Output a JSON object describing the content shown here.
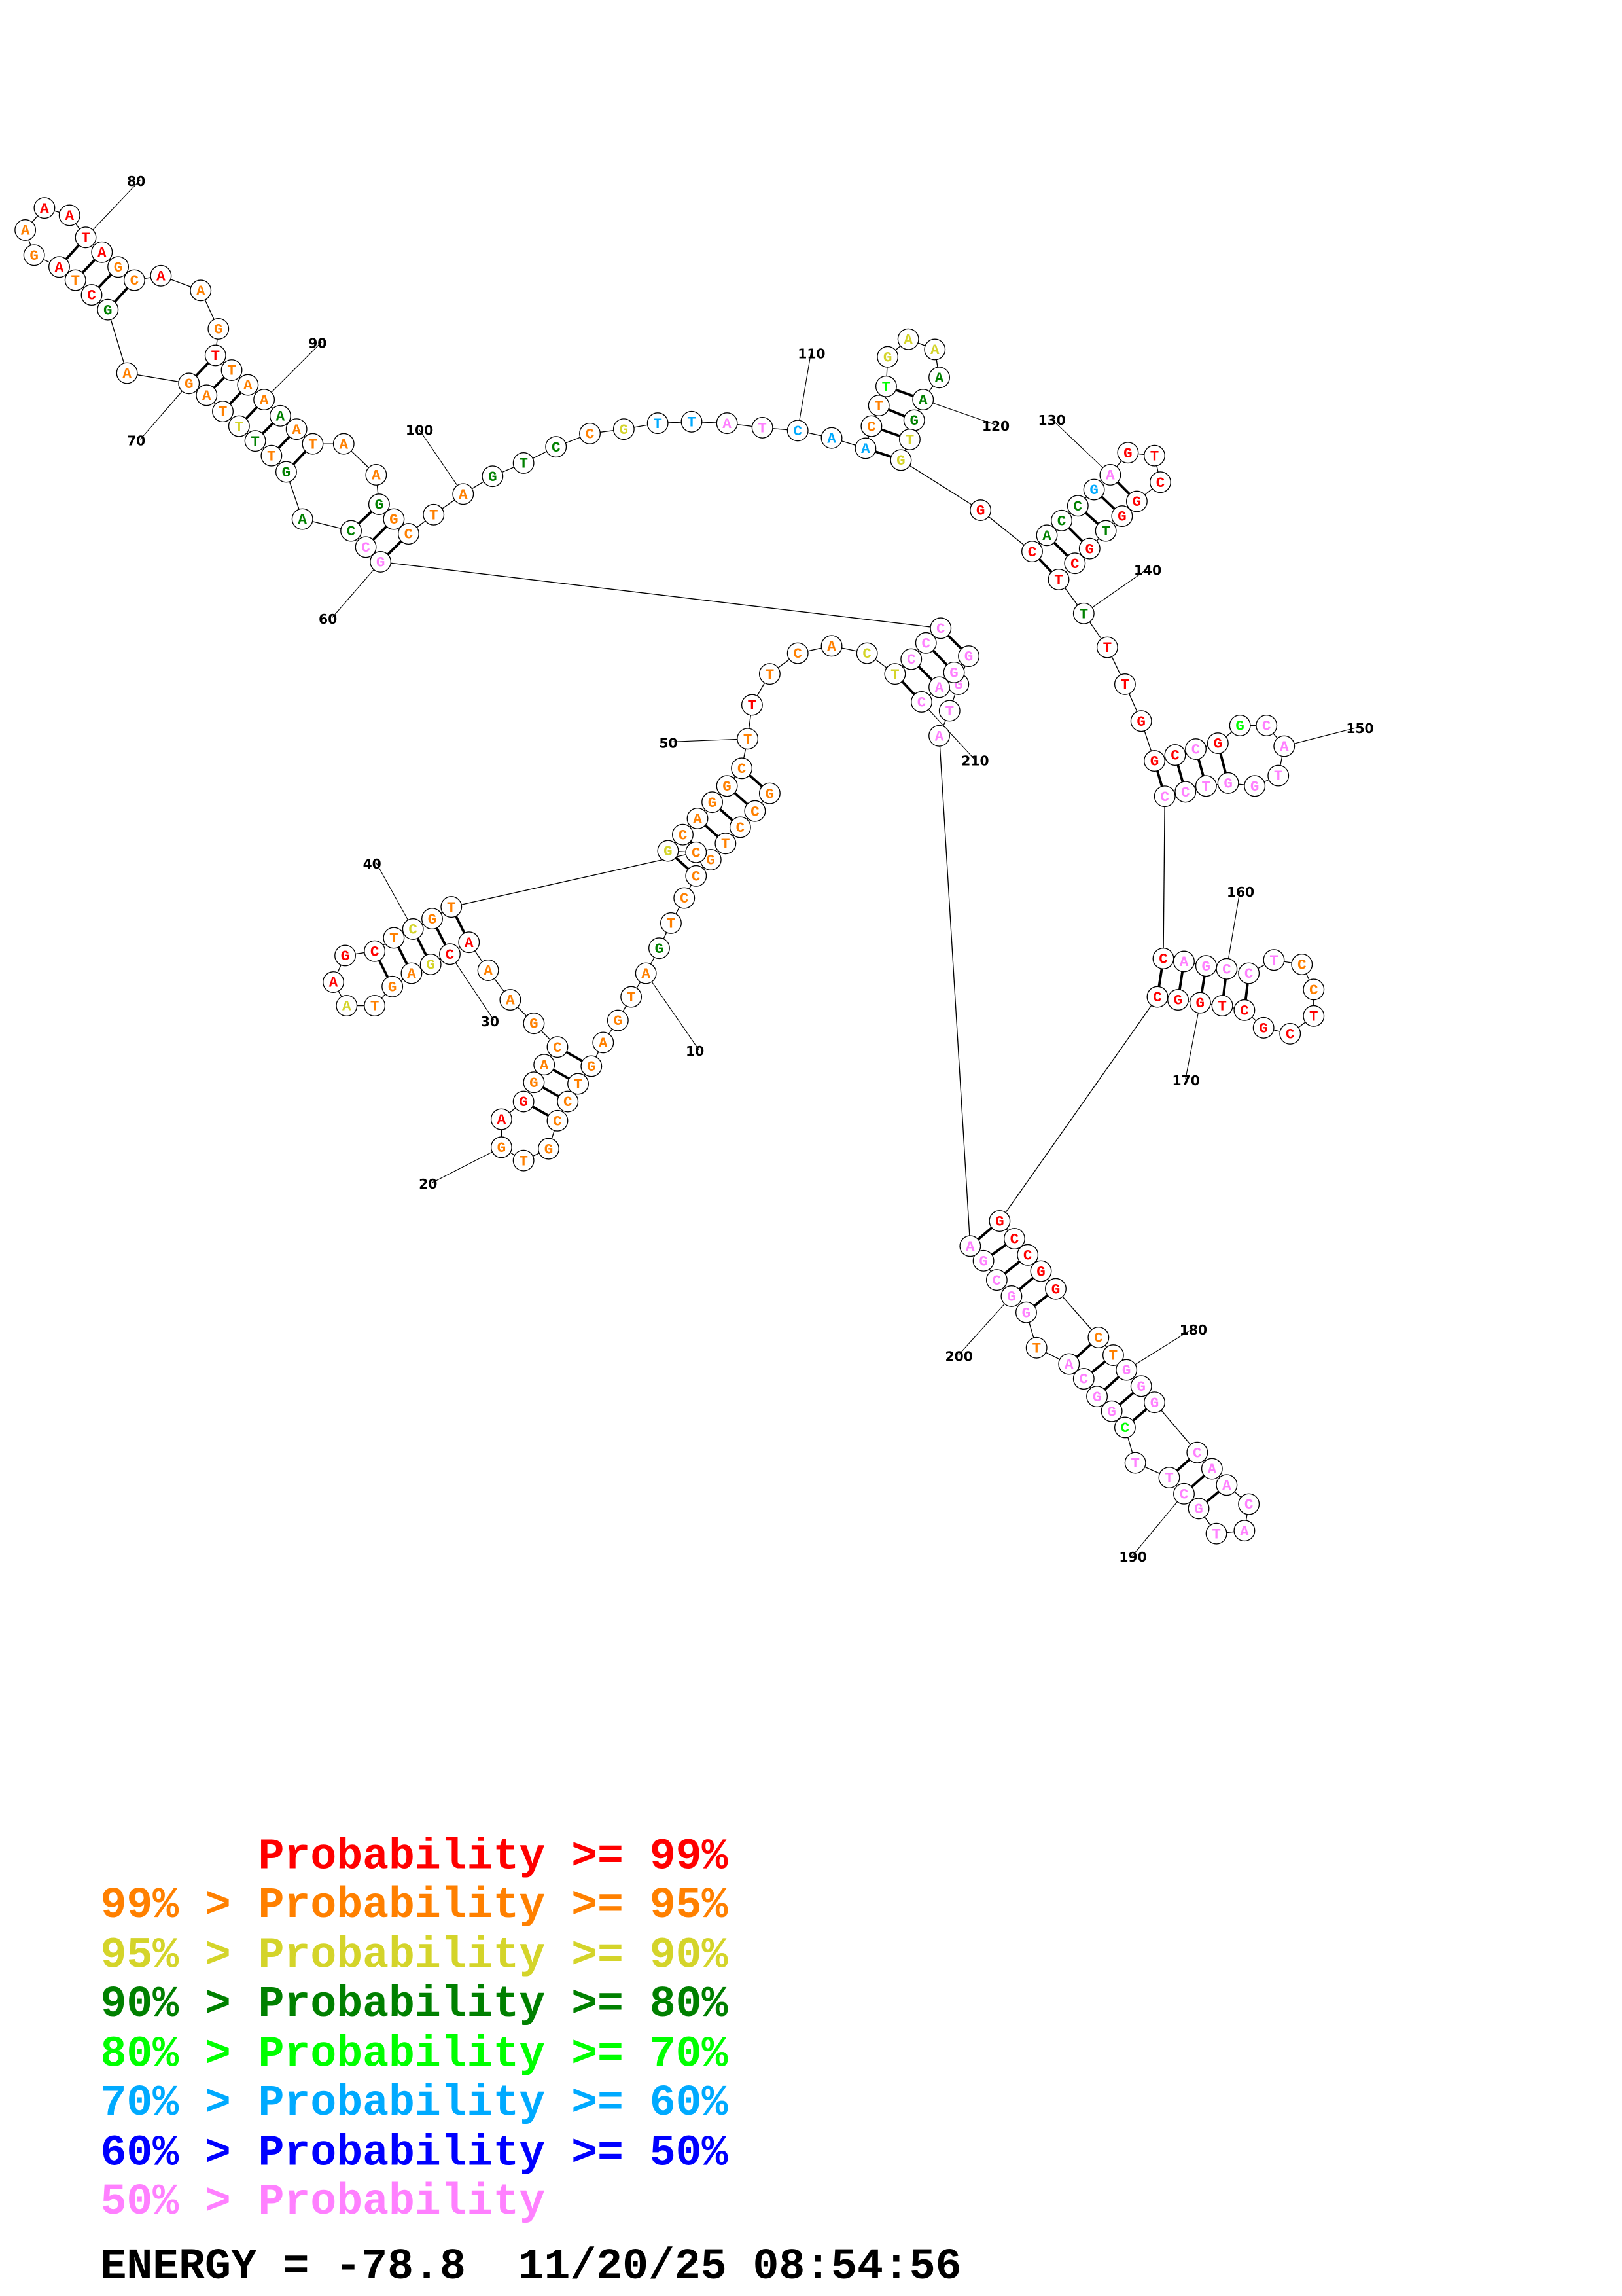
{
  "structure": {
    "sequence": "GCCTGCCTGATGAGTCCGTGAGGACGAAACGAGTAAGCTCGTCGCAGGCTTTCACTCCCGCCAGTTTTAGAGCTAGAAATAGCAAGTTAAAATAAGGCTAGTCCGTTATCAACTTGAAAAGTGGCACCGAGTCGGTGCTTTTGGCCGGCATGGTCCCAGCCTCCTCGCTGGCGCCGGCTGGGCAACATGCTTCGGCATGGCGAATGGGAC",
    "probability_class": "oooooooogooooooooooorroooooorryoooyrrroyoooyooooooroooyypppppgggogyoooogroroorrrrooroorooogoooogoooogggoyccppcccoolyyygggyyrrgggcprrrrrgrrrgrrrrrprlpppppppprpppppoorrrrrrrrrrrrrooppppppppppppplppppoppppppppppppplcppppl",
    "position_labels": [
      "10",
      "20",
      "30",
      "40",
      "50",
      "60",
      "70",
      "80",
      "90",
      "100",
      "110",
      "120",
      "130",
      "140",
      "150",
      "160",
      "170",
      "180",
      "190",
      "200",
      "210"
    ]
  },
  "colors": {
    "r": "#ff0000",
    "o": "#ff8000",
    "y": "#d4d42a",
    "g": "#008000",
    "l": "#00ff00",
    "c": "#00aaff",
    "b": "#0000ff",
    "p": "#ff80ff"
  },
  "legend": [
    {
      "prefix": "",
      "body": "Probability >= 99%",
      "color": "#ff0000"
    },
    {
      "prefix": "99% >",
      "body": "Probability >= 95%",
      "color": "#ff8000"
    },
    {
      "prefix": "95% >",
      "body": "Probability >= 90%",
      "color": "#d4d42a"
    },
    {
      "prefix": "90% >",
      "body": "Probability >= 80%",
      "color": "#008000"
    },
    {
      "prefix": "80% >",
      "body": "Probability >= 70%",
      "color": "#00ff00"
    },
    {
      "prefix": "70% >",
      "body": "Probability >= 60%",
      "color": "#00aaff"
    },
    {
      "prefix": "60% >",
      "body": "Probability >= 50%",
      "color": "#0000ff"
    },
    {
      "prefix": "50% >",
      "body": "Probability",
      "color": "#ff80ff"
    }
  ],
  "footer": {
    "energy": "ENERGY = -78.8  11/20/25 08:54:56"
  }
}
